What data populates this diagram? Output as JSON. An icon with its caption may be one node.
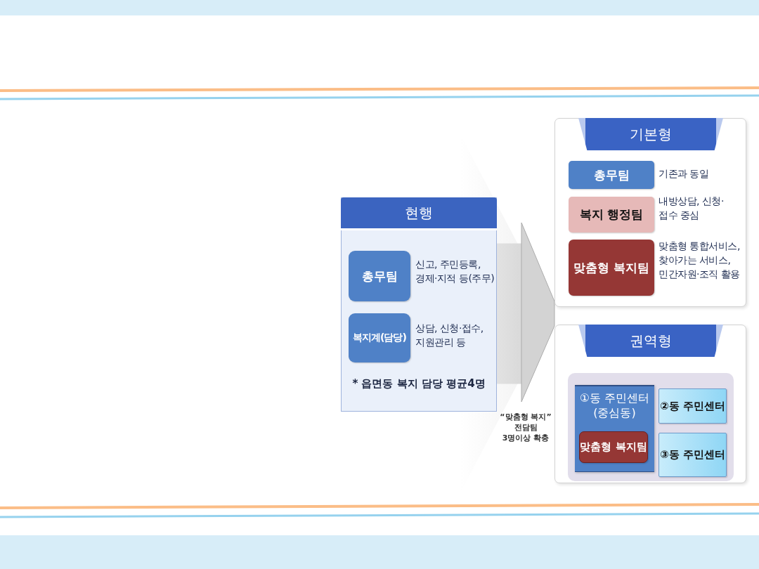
{
  "diagram": {
    "nodes": [
      {
        "text": [
          "현행",
          "* 읍면동 복지 담당 평균4명"
        ]
      },
      {
        "text": [
          "총무팀"
        ],
        "in": 0,
        "beside": [
          "신고, 주민등록, 경제·지적 등(주무)"
        ]
      },
      {
        "text": [
          "복지계(담당)"
        ],
        "in": 0,
        "beside": [
          "상담, 신청·접수, 지원관리 등"
        ]
      },
      {
        "text": [
          "기본형"
        ]
      },
      {
        "text": [
          "총무팀"
        ],
        "in": 3,
        "beside": [
          "기존과 동일"
        ]
      },
      {
        "text": [
          "복지 행정팀"
        ],
        "in": 3,
        "beside": [
          "내방상담, 신청·접수 중심"
        ]
      },
      {
        "text": [
          "맞춤형 복지팀"
        ],
        "in": 3,
        "beside": [
          "맞춤형 통합서비스, 찾아가는 서비스, 민간자원·조직 활용"
        ]
      },
      {
        "text": [
          "권역형"
        ]
      },
      {
        "text": [],
        "shape": "box",
        "in": 7
      },
      {
        "text": [
          "①동 주민센터 (중심동)"
        ],
        "in": 8
      },
      {
        "text": [
          "맞춤형 복지팀"
        ],
        "in": 9
      },
      {
        "text": [
          "②동 주민센터"
        ],
        "in": 8
      },
      {
        "text": [
          "③동 주민센터"
        ],
        "in": 8
      }
    ],
    "edges": [
      {
        "from": 0,
        "to": 3,
        "arrow": "to"
      },
      {
        "from": 0,
        "to": 7,
        "arrow": "to"
      }
    ],
    "labels": [
      "“맞춤형 복지” 전담팀 3명이상 확충"
    ]
  }
}
